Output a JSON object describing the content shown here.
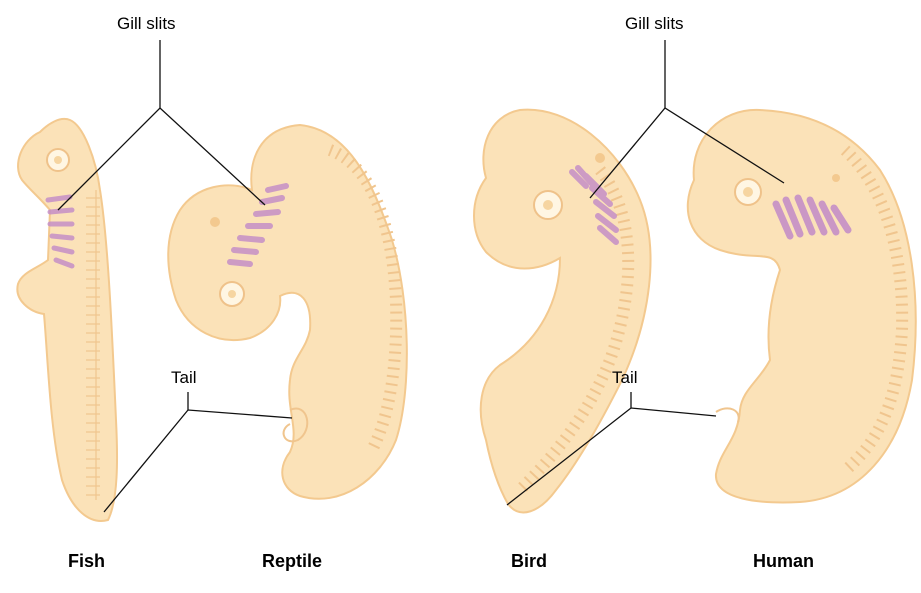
{
  "diagram": {
    "callouts": {
      "gill_slits_left": "Gill slits",
      "gill_slits_right": "Gill slits",
      "tail_left": "Tail",
      "tail_right": "Tail"
    },
    "captions": {
      "fish": "Fish",
      "reptile": "Reptile",
      "bird": "Bird",
      "human": "Human"
    },
    "colors": {
      "embryo_fill": "#fbe2b8",
      "embryo_outline": "#f3c98f",
      "gill_slit_color": "#c58fc7",
      "leader_line": "#111111"
    }
  }
}
